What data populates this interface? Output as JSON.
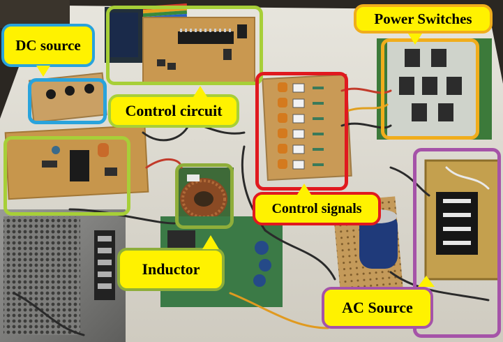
{
  "labels": {
    "dc_source": "DC source",
    "control_circuit": "Control circuit",
    "power_switches": "Power Switches",
    "control_signals": "Control signals",
    "inductor": "Inductor",
    "ac_source": "AC Source"
  },
  "colors": {
    "callout_fill": "#fff200",
    "dc_source_outline": "#29a3dc",
    "control_circuit_outline": "#a7cf38",
    "power_switches_outline": "#f0ad1c",
    "control_signals_outline": "#e0191f",
    "inductor_outline": "#8fae3a",
    "ac_source_outline": "#a553a8",
    "board_tan": "#c8964e",
    "board_green": "#3f7d3a",
    "bench_white": "#e9e7df"
  }
}
